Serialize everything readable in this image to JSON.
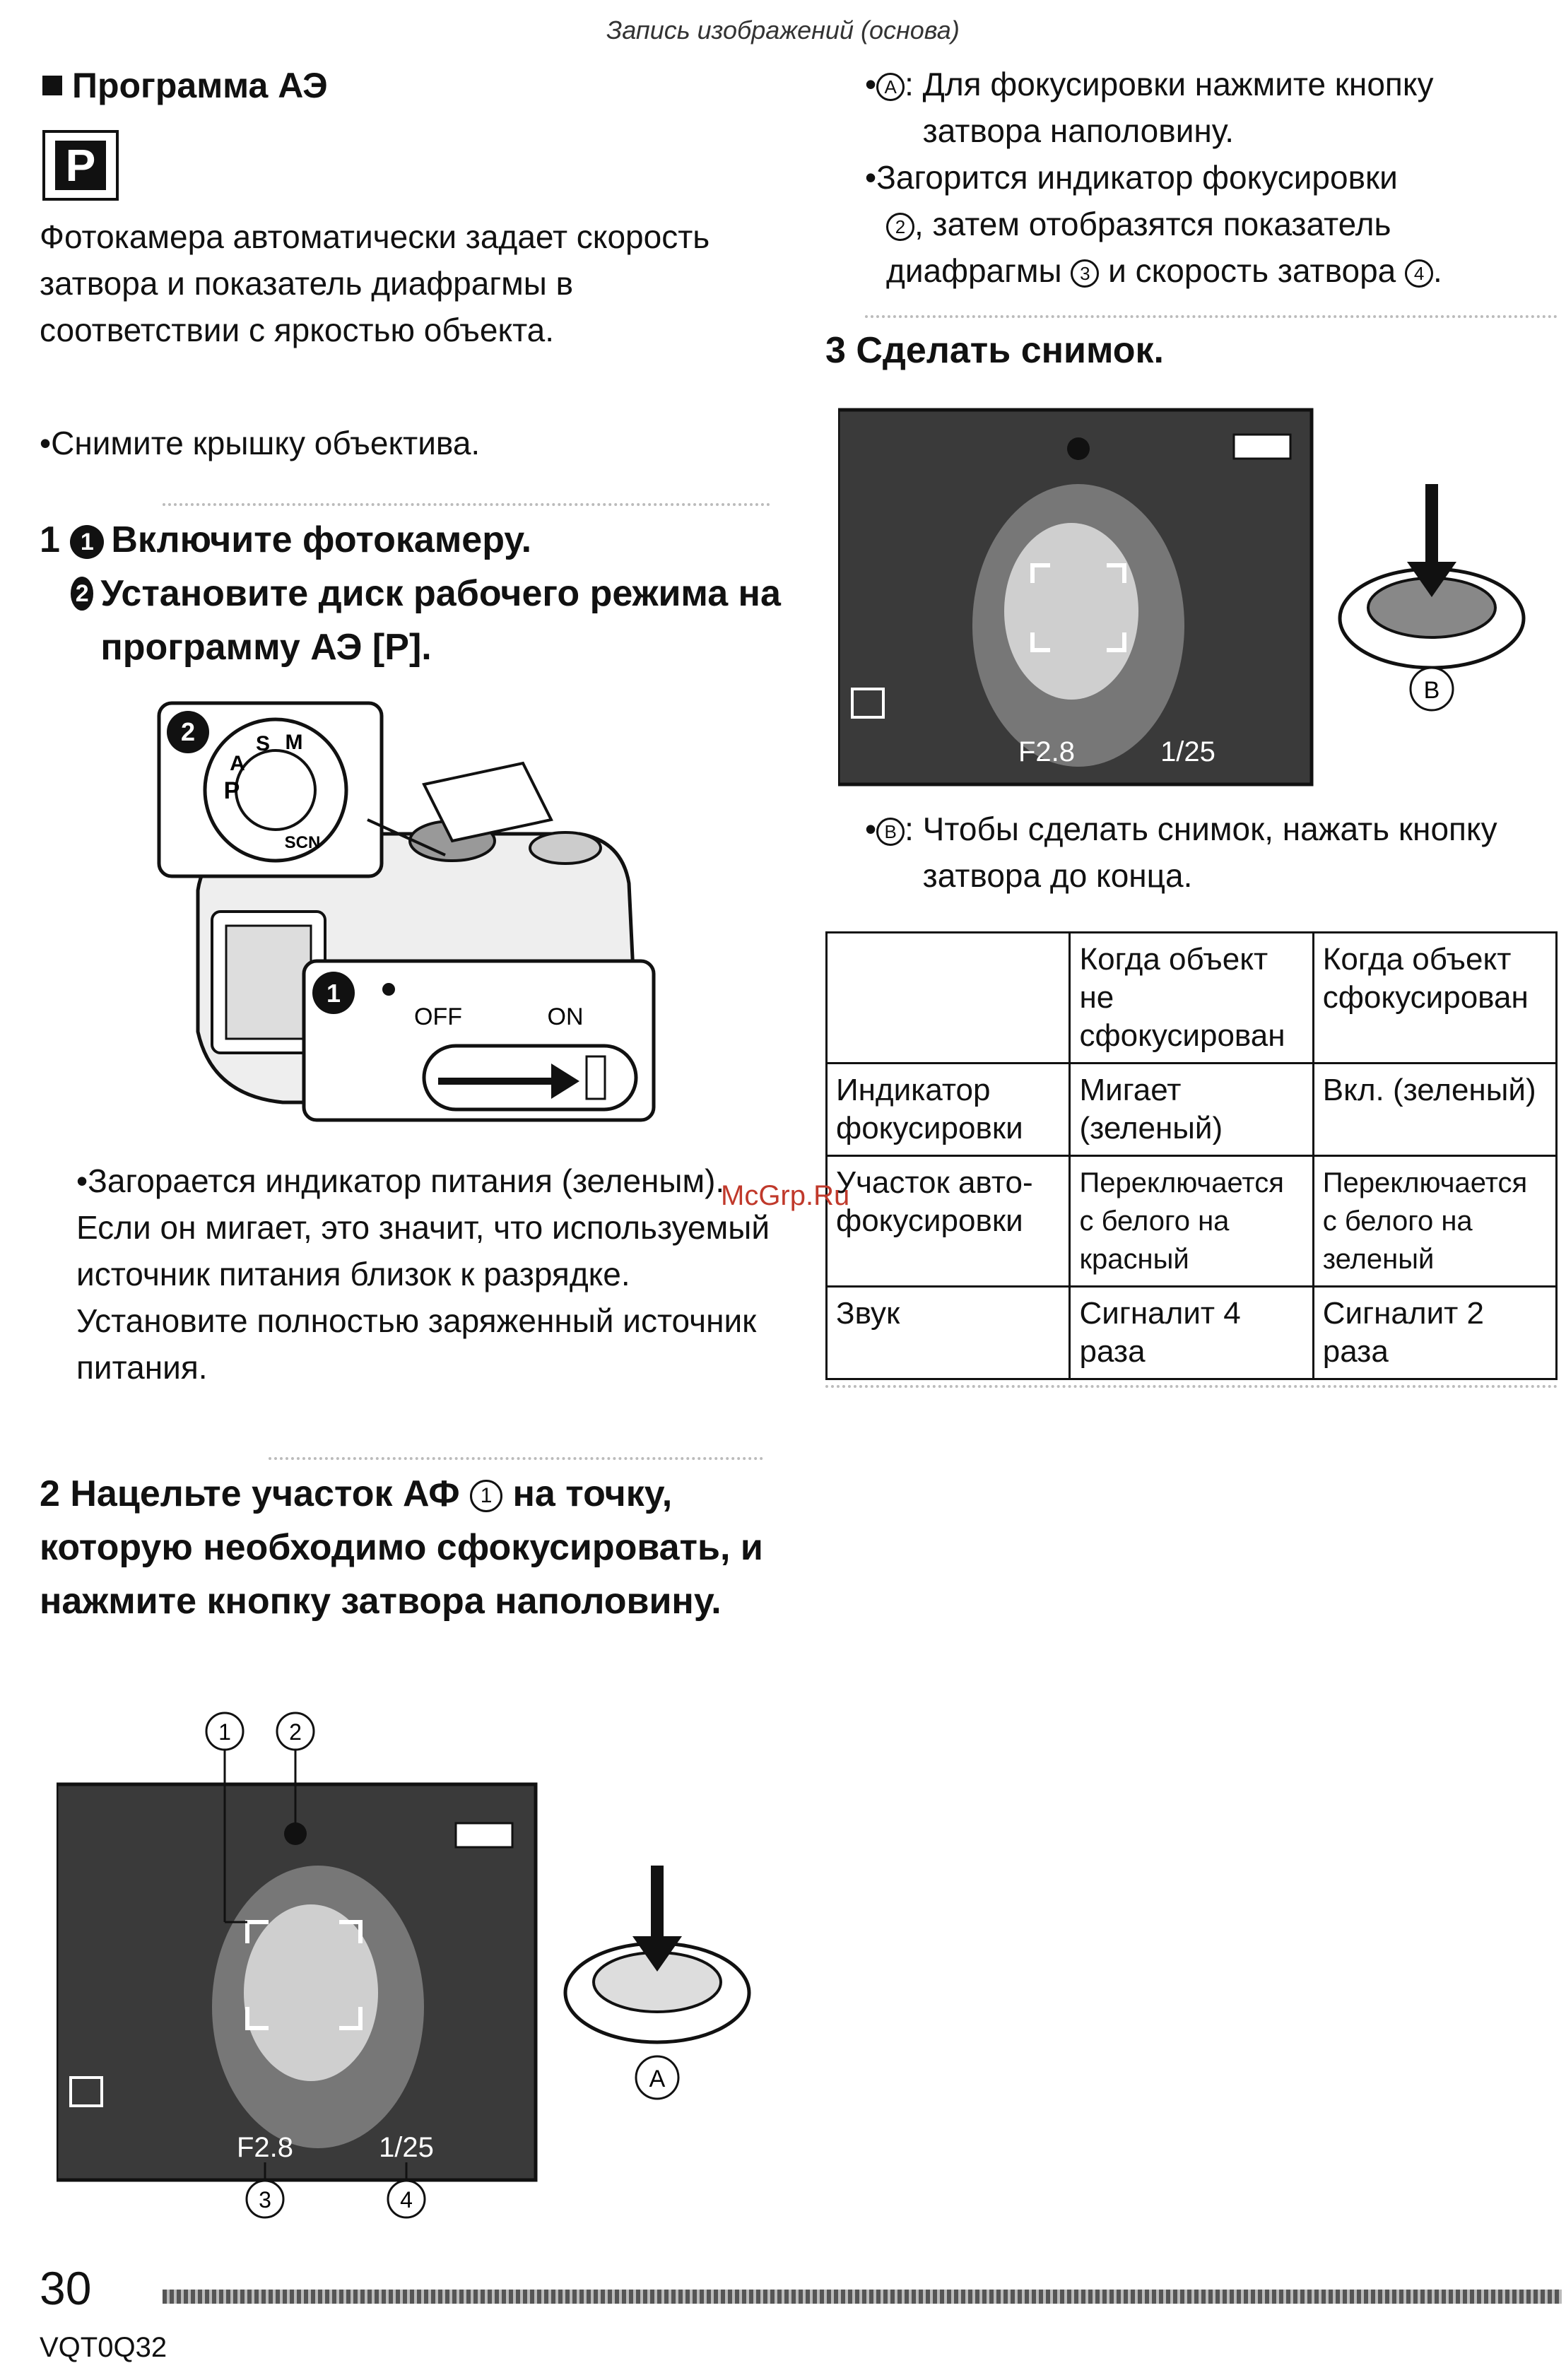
{
  "header": "Запись изображений (основа)",
  "section_title": "Программа АЭ",
  "mode_badge": "P",
  "intro": "Фотокамера автоматически задает скорость затвора и показатель диафрагмы в соответствии с яркостью объекта.",
  "bullet_lens": "•Снимите крышку объектива.",
  "step1": {
    "num": "1",
    "line_a_marker": "1",
    "line_a": "Включите фотокамеру.",
    "line_b_marker": "2",
    "line_b": "Установите диск рабочего режима на программу АЭ [",
    "line_b_end": "P",
    "line_b_close": "]."
  },
  "camera_figure": {
    "dial_marker": "2",
    "power_marker": "1",
    "dial_labels": [
      "P",
      "A",
      "S",
      "M",
      "SCN"
    ],
    "off_label": "OFF",
    "on_label": "ON"
  },
  "step1_note": "•Загорается индикатор питания (зеленым). Если он мигает, это значит, что используемый источник питания близок к разрядке. Установите полностью заряженный источник питания.",
  "step2": {
    "num": "2",
    "text_a": "Нацельте участок АФ",
    "marker": "1",
    "text_b": "на точку, которую необходимо сфокусировать, и нажмите кнопку затвора наполовину."
  },
  "lcd1": {
    "label_1": "1",
    "label_2": "2",
    "label_3": "3",
    "label_4": "4",
    "aperture": "F2.8",
    "shutter": "1/25",
    "button_label": "A"
  },
  "right_notes": {
    "a_marker": "A",
    "a_text": "Для фокусировки нажмите кнопку затвора наполовину.",
    "b_text_1": "•Загорится индикатор фокусировки",
    "b_marker_2": "2",
    "b_text_2": ", затем отобразятся показатель",
    "b_text_3": "диафрагмы",
    "b_marker_3": "3",
    "b_text_4": "и скорость затвора",
    "b_marker_4": "4",
    "b_text_5": "."
  },
  "step3": {
    "num": "3",
    "text": "Сделать снимок."
  },
  "lcd2": {
    "aperture": "F2.8",
    "shutter": "1/25",
    "button_label": "B"
  },
  "step3_note": {
    "marker": "B",
    "text": "Чтобы сделать снимок, нажать кнопку затвора до конца."
  },
  "table": {
    "headers": [
      "",
      "Когда объект не сфокусирован",
      "Когда объект сфокусирован"
    ],
    "rows": [
      [
        "Индикатор фокусировки",
        "Мигает (зеленый)",
        "Вкл. (зеленый)"
      ],
      [
        "Участок авто-фокусировки",
        "Переключается с белого на красный",
        "Переключается с белого на зеленый"
      ],
      [
        "Звук",
        "Сигналит 4 раза",
        "Сигналит 2 раза"
      ]
    ]
  },
  "watermark": "McGrp.Ru",
  "page_number": "30",
  "doc_code": "VQT0Q32"
}
